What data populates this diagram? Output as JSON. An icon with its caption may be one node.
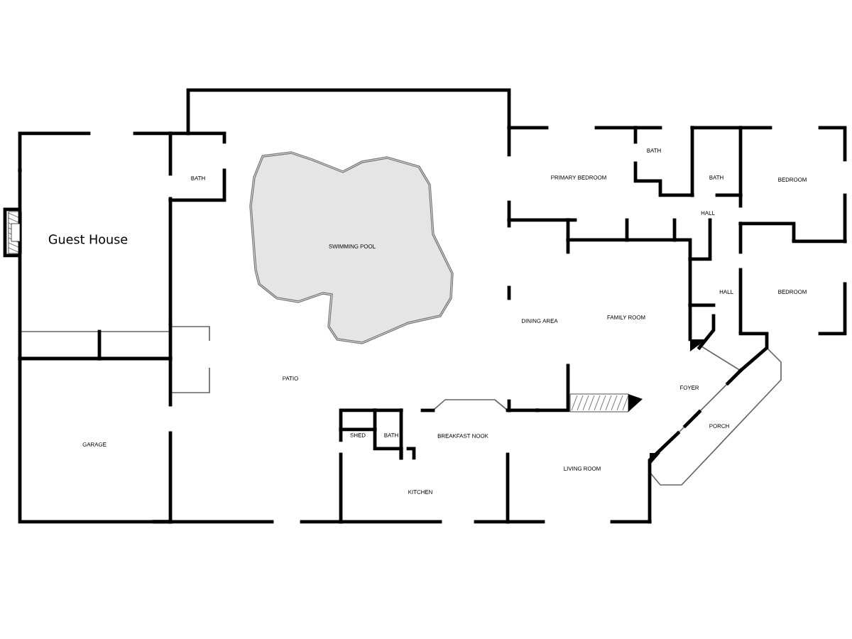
{
  "diagram": {
    "labels": [
      "BATH",
      "BATH",
      "PRIMARY BEDROOM",
      "BATH",
      "BEDROOM",
      "HALL",
      "Guest House",
      "SWIMMING POOL",
      "HALL",
      "BEDROOM",
      "FAMILY ROOM",
      "DINING AREA",
      "PATIO",
      "FOYER",
      "PORCH",
      "SHED",
      "BATH",
      "BREAKFAST NOOK",
      "GARAGE",
      "LIVING ROOM",
      "KITCHEN"
    ]
  }
}
